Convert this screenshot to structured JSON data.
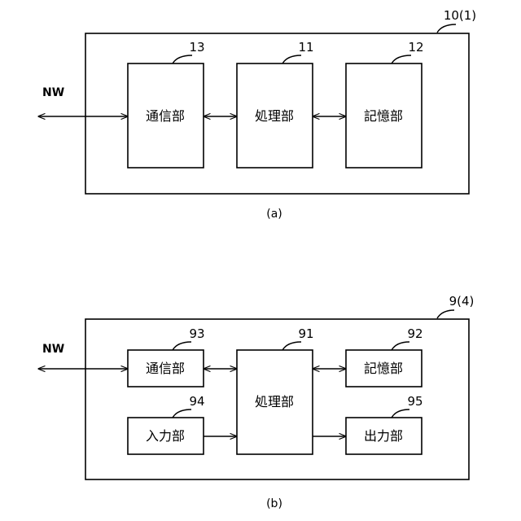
{
  "diagram_a": {
    "outer_label": "10(1)",
    "nw_label": "NW",
    "caption": "(a)",
    "blocks": {
      "communication": {
        "name": "通信部",
        "ref": "13"
      },
      "processing": {
        "name": "処理部",
        "ref": "11"
      },
      "storage": {
        "name": "記憶部",
        "ref": "12"
      }
    }
  },
  "diagram_b": {
    "outer_label": "9(4)",
    "nw_label": "NW",
    "caption": "(b)",
    "blocks": {
      "communication": {
        "name": "通信部",
        "ref": "93"
      },
      "input": {
        "name": "入力部",
        "ref": "94"
      },
      "processing": {
        "name": "処理部",
        "ref": "91"
      },
      "storage": {
        "name": "記憶部",
        "ref": "92"
      },
      "output": {
        "name": "出力部",
        "ref": "95"
      }
    }
  }
}
